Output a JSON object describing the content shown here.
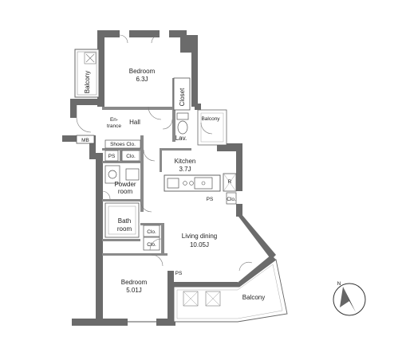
{
  "rooms": {
    "bedroom_top": {
      "name": "Bedroom",
      "size": "6.3J"
    },
    "balcony_left": "Balcony",
    "closet": "Closet",
    "entrance_1": "En-",
    "entrance_2": "trance",
    "hall": "Hall",
    "lav": "Lav.",
    "balcony_small": "Balcony",
    "mb": "MB",
    "shoes": "Shoes Clo.",
    "ps_left": "PS",
    "clo_left": "Clo.",
    "kitchen": {
      "name": "Kitchen",
      "size": "3.7J"
    },
    "powder_1": "Powder",
    "powder_2": "room",
    "r_label": "R",
    "ps_kitchen": "PS",
    "clo_kitchen": "Clo.",
    "bath_1": "Bath",
    "bath_2": "room",
    "clo_a": "Clo.",
    "clo_b": "Clo.",
    "living": {
      "name": "Living dining",
      "size": "10.05J"
    },
    "ps_bottom": "PS",
    "bedroom_bottom": {
      "name": "Bedroom",
      "size": "5.01J"
    },
    "balcony_bottom": "Balcony"
  },
  "compass": {
    "north": "N"
  }
}
